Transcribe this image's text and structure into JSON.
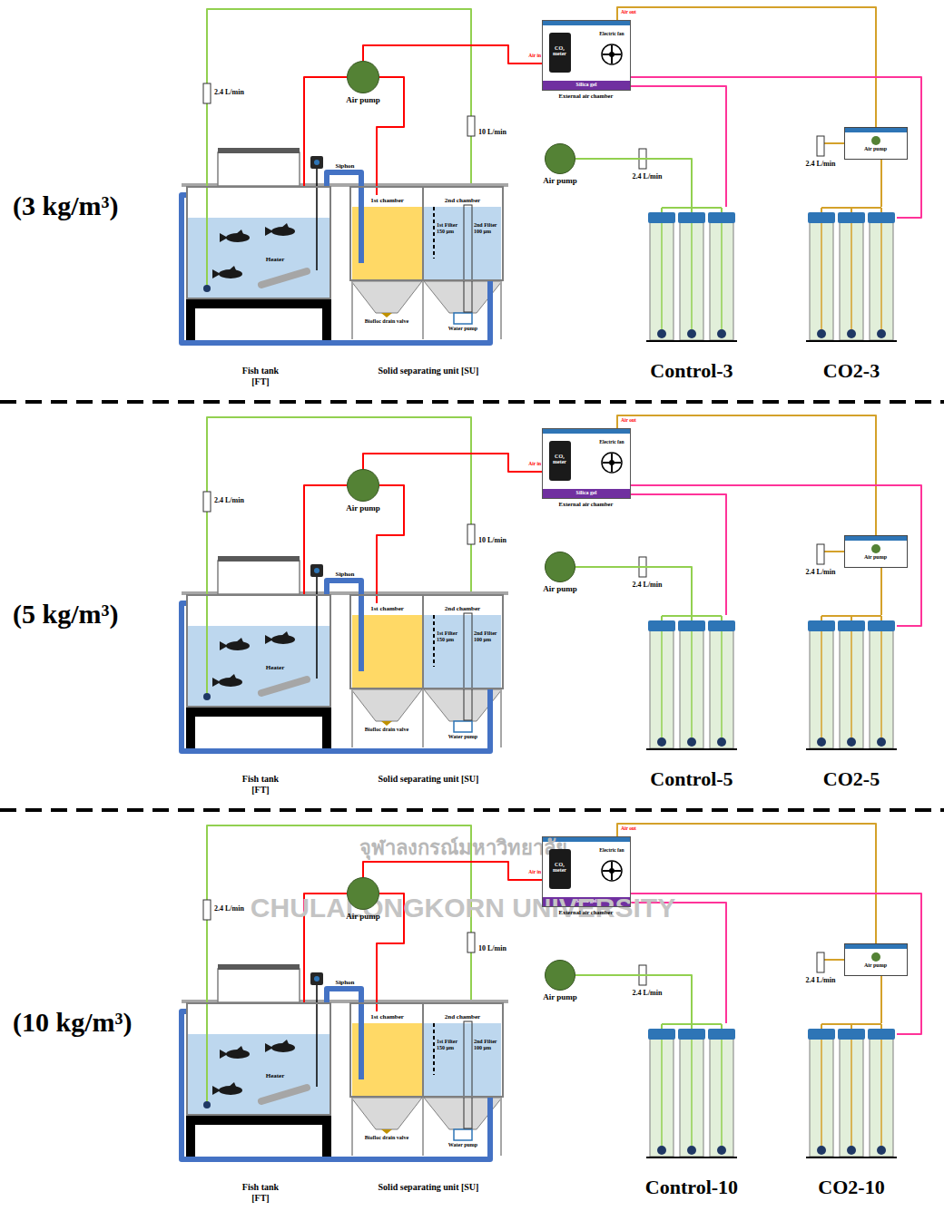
{
  "diagram": {
    "nodes": [
      {
        "text": [
          "Fish tank [FT]"
        ]
      },
      {
        "text": [
          "Solid separating unit [SU]"
        ]
      },
      {
        "text": [
          "1st chamber"
        ],
        "in": 1
      },
      {
        "text": [
          "2nd chamber"
        ],
        "in": 1
      },
      {
        "text": [
          "Air pump"
        ]
      },
      {
        "text": [
          "External air chamber"
        ]
      },
      {
        "text": [
          "CO₂ meter"
        ],
        "in": 5
      },
      {
        "text": [
          "Air pump"
        ]
      },
      {
        "text": [
          "Control-3"
        ]
      },
      {
        "text": [
          "Air pump"
        ]
      },
      {
        "text": [
          "CO2-3"
        ]
      },
      {
        "text": [
          "Fish tank [FT]"
        ]
      },
      {
        "text": [
          "Solid separating unit [SU]"
        ]
      },
      {
        "text": [
          "1st chamber"
        ],
        "in": 12
      },
      {
        "text": [
          "2nd chamber"
        ],
        "in": 12
      },
      {
        "text": [
          "Air pump"
        ]
      },
      {
        "text": [
          "External air chamber"
        ]
      },
      {
        "text": [
          "CO₂ meter"
        ],
        "in": 16
      },
      {
        "text": [
          "Air pump"
        ]
      },
      {
        "text": [
          "Control-5"
        ]
      },
      {
        "text": [
          "Air pump"
        ]
      },
      {
        "text": [
          "CO2-5"
        ]
      },
      {
        "text": [
          "Fish tank [FT]"
        ]
      },
      {
        "text": [
          "Solid separating unit [SU]"
        ]
      },
      {
        "text": [
          "1st chamber"
        ],
        "in": 23
      },
      {
        "text": [
          "2nd chamber"
        ],
        "in": 23
      },
      {
        "text": [
          "Air pump"
        ]
      },
      {
        "text": [
          "External air chamber"
        ]
      },
      {
        "text": [
          "CO₂ meter"
        ],
        "in": 27
      },
      {
        "text": [
          "Air pump"
        ]
      },
      {
        "text": [
          "Control-10"
        ]
      },
      {
        "text": [
          "Air pump"
        ]
      },
      {
        "text": [
          "CO2-10"
        ]
      }
    ],
    "edges": [
      {
        "from": 0,
        "to": 1,
        "label": "Siphon",
        "arrow": "none"
      },
      {
        "from": 1,
        "to": 0,
        "arrow": "none"
      },
      {
        "from": 4,
        "to": 0,
        "arrow": "none"
      },
      {
        "from": 4,
        "to": 2,
        "arrow": "none"
      },
      {
        "from": 4,
        "to": 5,
        "arrow": "none"
      },
      {
        "from": 5,
        "to": 9,
        "arrow": "none"
      },
      {
        "from": 5,
        "to": 10,
        "arrow": "none"
      },
      {
        "from": 7,
        "to": 8,
        "arrow": "none"
      },
      {
        "from": 9,
        "to": 10,
        "arrow": "none"
      },
      {
        "from": 8,
        "to": 5,
        "arrow": "none"
      },
      {
        "from": 11,
        "to": 12,
        "label": "Siphon",
        "arrow": "none"
      },
      {
        "from": 12,
        "to": 11,
        "arrow": "none"
      },
      {
        "from": 15,
        "to": 11,
        "arrow": "none"
      },
      {
        "from": 15,
        "to": 13,
        "arrow": "none"
      },
      {
        "from": 15,
        "to": 16,
        "arrow": "none"
      },
      {
        "from": 16,
        "to": 20,
        "arrow": "none"
      },
      {
        "from": 16,
        "to": 21,
        "arrow": "none"
      },
      {
        "from": 18,
        "to": 19,
        "arrow": "none"
      },
      {
        "from": 20,
        "to": 21,
        "arrow": "none"
      },
      {
        "from": 19,
        "to": 16,
        "arrow": "none"
      },
      {
        "from": 22,
        "to": 23,
        "label": "Siphon",
        "arrow": "none"
      },
      {
        "from": 23,
        "to": 22,
        "arrow": "none"
      },
      {
        "from": 26,
        "to": 22,
        "arrow": "none"
      },
      {
        "from": 26,
        "to": 24,
        "arrow": "none"
      },
      {
        "from": 26,
        "to": 27,
        "arrow": "none"
      },
      {
        "from": 27,
        "to": 31,
        "arrow": "none"
      },
      {
        "from": 27,
        "to": 32,
        "arrow": "none"
      },
      {
        "from": 29,
        "to": 30,
        "arrow": "none"
      },
      {
        "from": 31,
        "to": 32,
        "arrow": "none"
      },
      {
        "from": 30,
        "to": 27,
        "arrow": "none"
      }
    ],
    "labels": [
      "(3 kg/m³)",
      "2.4 L/min",
      "Heater",
      "10 L/min",
      "1st Filter 150 μm",
      "2nd Filter 100 μm",
      "Biofloc drain valve",
      "Water pump",
      "Electric fan",
      "Silica gel",
      "Air in",
      "Air out",
      "2.4 L/min",
      "2.4 L/min",
      "(5 kg/m³)",
      "2.4 L/min",
      "Heater",
      "10 L/min",
      "1st Filter 150 μm",
      "2nd Filter 100 μm",
      "Biofloc drain valve",
      "Water pump",
      "Electric fan",
      "Silica gel",
      "Air in",
      "Air out",
      "2.4 L/min",
      "2.4 L/min",
      "(10 kg/m³)",
      "2.4 L/min",
      "Heater",
      "10 L/min",
      "1st Filter 150 μm",
      "2nd Filter 100 μm",
      "Biofloc drain valve",
      "Water pump",
      "Electric fan",
      "Silica gel",
      "Air in",
      "Air out",
      "2.4 L/min",
      "2.4 L/min",
      "จุฬาลงกรณ์มหาวิทยาลัย",
      "CHULALONGKORN UNIVERSITY"
    ]
  }
}
